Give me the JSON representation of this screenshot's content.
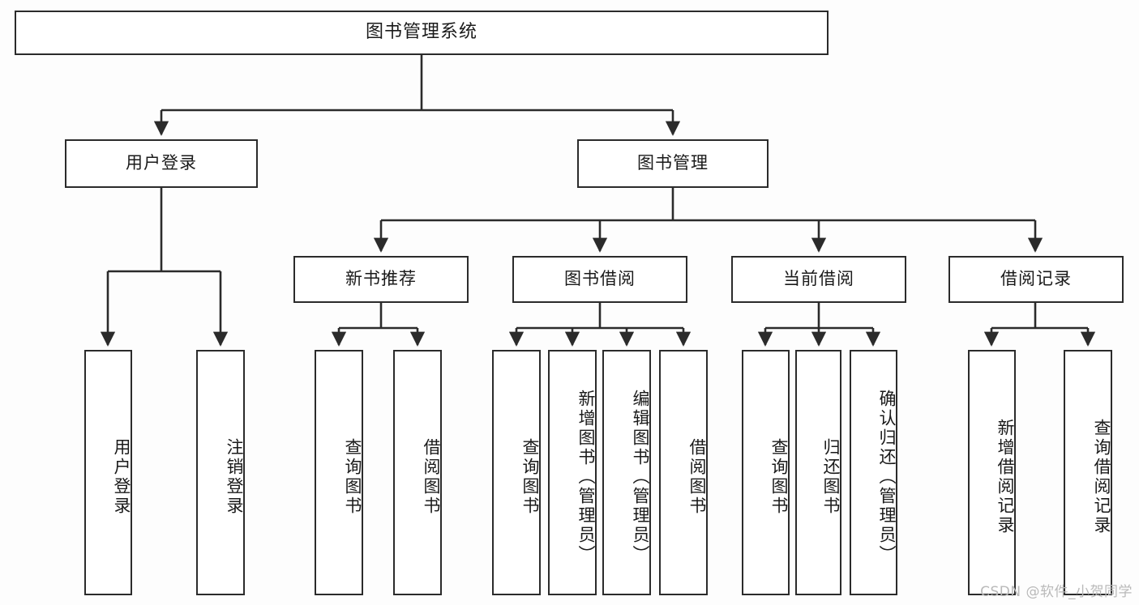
{
  "diagram": {
    "type": "tree-hierarchy-flowchart",
    "title": "图书管理系统",
    "accent_color": "#2b2b2b",
    "box_fill": "#ffffff",
    "background": "#fdfdfd",
    "levels": 4
  },
  "root": {
    "label": "图书管理系统"
  },
  "level2": [
    {
      "label": "用户登录"
    },
    {
      "label": "图书管理"
    }
  ],
  "level3": [
    {
      "label": "新书推荐"
    },
    {
      "label": "图书借阅"
    },
    {
      "label": "当前借阅"
    },
    {
      "label": "借阅记录"
    }
  ],
  "leaves": [
    {
      "label": "用户登录",
      "parent": "用户登录"
    },
    {
      "label": "注销登录",
      "parent": "用户登录"
    },
    {
      "label": "查询图书",
      "parent": "新书推荐"
    },
    {
      "label": "借阅图书",
      "parent": "新书推荐"
    },
    {
      "label": "查询图书",
      "parent": "图书借阅"
    },
    {
      "label": "新增图书（管理员）",
      "parent": "图书借阅"
    },
    {
      "label": "编辑图书（管理员）",
      "parent": "图书借阅"
    },
    {
      "label": "借阅图书",
      "parent": "图书借阅"
    },
    {
      "label": "查询图书",
      "parent": "当前借阅"
    },
    {
      "label": "归还图书",
      "parent": "当前借阅"
    },
    {
      "label": "确认归还（管理员）",
      "parent": "当前借阅"
    },
    {
      "label": "新增借阅记录",
      "parent": "借阅记录"
    },
    {
      "label": "查询借阅记录",
      "parent": "借阅记录"
    }
  ],
  "watermark": {
    "text": "CSDN @软件_小贺同学"
  }
}
